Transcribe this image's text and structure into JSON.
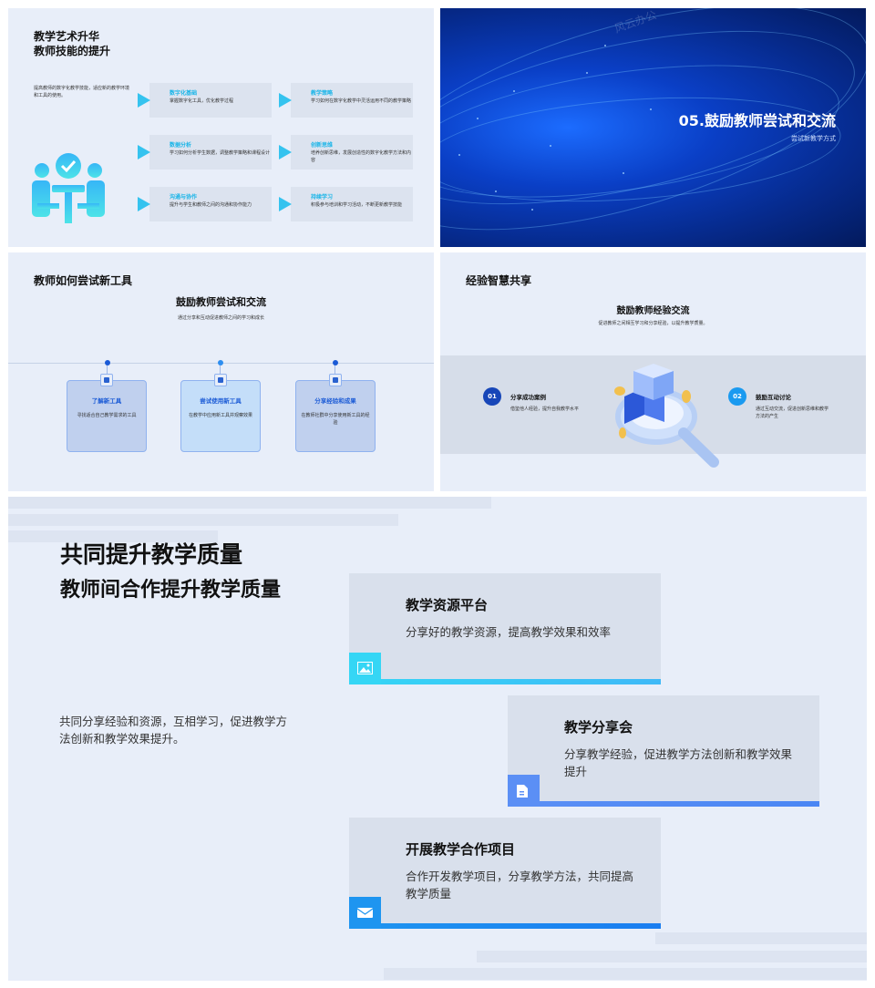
{
  "slide1": {
    "title_line1": "教学艺术升华",
    "title_line2": "教师技能的提升",
    "description": "提高教师的数字化教学技能，适应新的教学环境和工具的使用。",
    "cards": [
      {
        "title": "数字化基础",
        "desc": "掌握数字化工具，优化教学过程"
      },
      {
        "title": "教学策略",
        "desc": "学习如何在数字化教学中灵活运用不同的教学策略"
      },
      {
        "title": "数据分析",
        "desc": "学习如何分析学生数据，调整教学策略和课程设计"
      },
      {
        "title": "创新思维",
        "desc": "培养创新思维，发展创造性的数字化教学方法和内容"
      },
      {
        "title": "沟通与协作",
        "desc": "提升与学生和教师之间的沟通和协作能力"
      },
      {
        "title": "持续学习",
        "desc": "积极参与培训和学习活动，不断更新教学技能"
      }
    ],
    "icon": "teacher-student-icon",
    "accent_color": "#35c3ef"
  },
  "slide2": {
    "title": "05.鼓励教师尝试和交流",
    "subtitle": "尝试新教学方式",
    "watermark": "风云办公",
    "bg_color": "#0a3fc6"
  },
  "slide3": {
    "title": "教师如何尝试新工具",
    "subtitle": "鼓励教师尝试和交流",
    "description": "通过分享和互动促进教师之间的学习和成长",
    "steps": [
      {
        "title": "了解新工具",
        "desc": "寻找适合自己教学需求的工具",
        "icon": "image-icon"
      },
      {
        "title": "尝试使用新工具",
        "desc": "在教学中应用新工具并观察效果",
        "icon": "chat-icon"
      },
      {
        "title": "分享经验和成果",
        "desc": "在教师社群中分享使用新工具的经验",
        "icon": "share-icon"
      }
    ],
    "accent_color": "#1a5ad6"
  },
  "slide4": {
    "title": "经验智慧共享",
    "subtitle": "鼓励教师经验交流",
    "description": "促进教师之间相互学习和分享经验，以提升教学质量。",
    "items": [
      {
        "num": "01",
        "title": "分享成功案例",
        "desc": "借鉴他人经验，提升自我教学水平"
      },
      {
        "num": "02",
        "title": "鼓励互动讨论",
        "desc": "通过互动交流，促进创新思维和教学方法的产生"
      }
    ],
    "illustration": "magnifier-chart-icon"
  },
  "slide5": {
    "title_line1": "共同提升教学质量",
    "title_line2": "教师间合作提升教学质量",
    "description": "共同分享经验和资源，互相学习，促进教学方法创新和教学效果提升。",
    "cards": [
      {
        "title": "教学资源平台",
        "desc": "分享好的教学资源，提高教学效果和效率",
        "icon": "image-icon",
        "color": "#35d6f5"
      },
      {
        "title": "教学分享会",
        "desc": "分享教学经验，促进教学方法创新和教学效果提升",
        "icon": "document-icon",
        "color": "#5b8ff5"
      },
      {
        "title": "开展教学合作项目",
        "desc": "合作开发教学项目，分享教学方法，共同提高教学质量",
        "icon": "mail-icon",
        "color": "#1e95f0"
      }
    ]
  }
}
